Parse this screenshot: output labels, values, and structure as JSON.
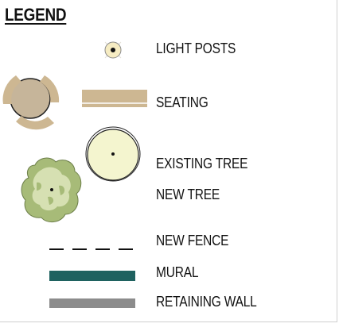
{
  "legend": {
    "title": "LEGEND",
    "items": [
      {
        "key": "light_posts",
        "label": "LIGHT POSTS",
        "symbol": "light-post-icon"
      },
      {
        "key": "seating",
        "label": "SEATING",
        "symbol": "seating-bench-icon"
      },
      {
        "key": "existing_tree",
        "label": "EXISTING TREE",
        "symbol": "existing-tree-icon"
      },
      {
        "key": "new_tree",
        "label": "NEW TREE",
        "symbol": "new-tree-icon"
      },
      {
        "key": "new_fence",
        "label": "NEW FENCE",
        "symbol": "dashed-line"
      },
      {
        "key": "mural",
        "label": "MURAL",
        "symbol": "solid-line"
      },
      {
        "key": "retaining_wall",
        "label": "RETAINING WALL",
        "symbol": "solid-line"
      }
    ]
  },
  "colors": {
    "light_post_fill": "#f6ecc2",
    "seating": "#cdb792",
    "seating_table": "#c6b59a",
    "existing_tree_fill": "#f4f5cf",
    "new_tree_dark": "#a7bb78",
    "new_tree_light": "#d6e0b2",
    "fence": "#111111",
    "mural": "#1f6260",
    "retaining_wall": "#8c8c8c"
  }
}
